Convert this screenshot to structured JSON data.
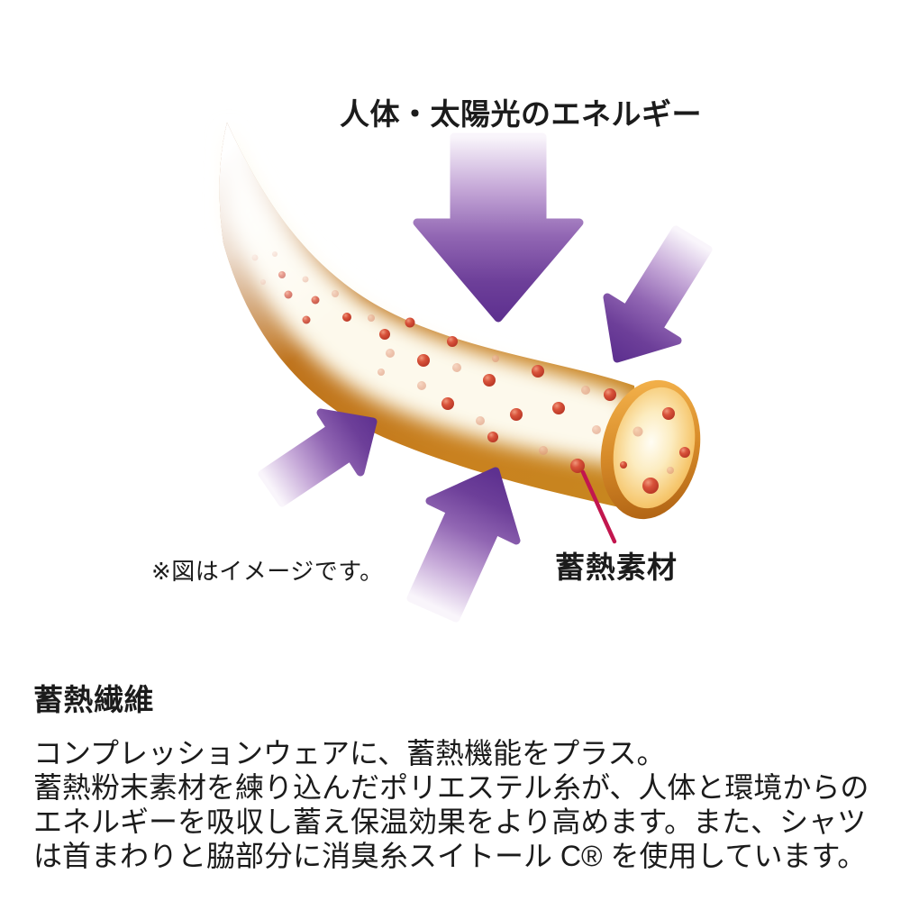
{
  "title": "人体・太陽光のエネルギー",
  "diagram": {
    "note": "※図はイメージです。",
    "callout_label": "蓄熱素材",
    "colors": {
      "arrow_purple_dark": "#5e3190",
      "arrow_purple_light": "#f9f5fb",
      "fiber_orange_edge": "#b96f1a",
      "fiber_highlight": "#fdf9ec",
      "particle_red": "#c94b38",
      "particle_pale": "#e5a285",
      "pointer_crimson": "#c2164e",
      "text_black": "#1b1b1b"
    },
    "arrows": [
      {
        "name": "energy-arrow-top",
        "direction": "down"
      },
      {
        "name": "energy-arrow-upper-right",
        "direction": "down-left"
      },
      {
        "name": "energy-arrow-left",
        "direction": "up-right"
      },
      {
        "name": "energy-arrow-bottom",
        "direction": "up"
      }
    ]
  },
  "description": {
    "heading": "蓄熱繊維",
    "lines": [
      "コンプレッションウェアに、蓄熱機能をプラス。",
      "蓄熱粉末素材を練り込んだポリエステル糸が、人体と環境からの",
      "エネルギーを吸収し蓄え保温効果をより高めます。また、シャツ",
      "は首まわりと脇部分に消臭糸スイトール C® を使用しています。"
    ]
  }
}
